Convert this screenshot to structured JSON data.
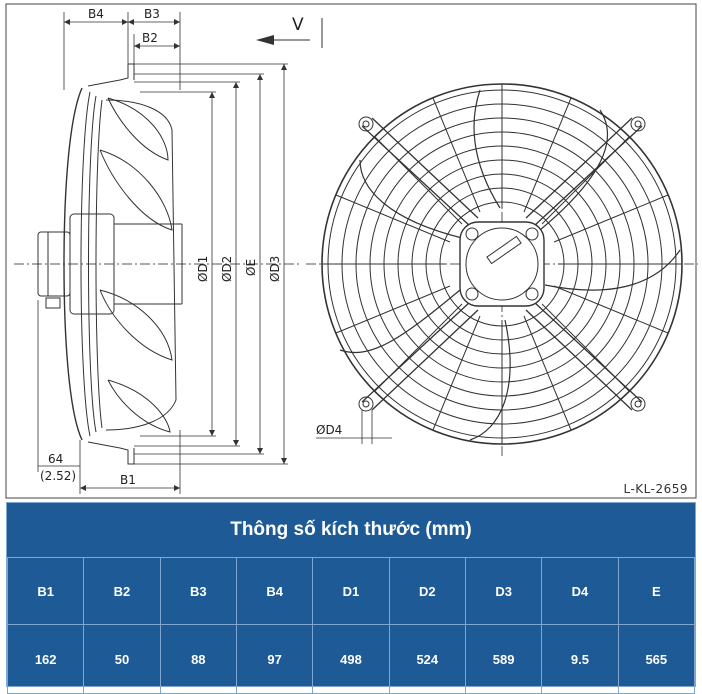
{
  "drawing": {
    "dims": {
      "b4": "B4",
      "b3": "B3",
      "b2": "B2",
      "b1": "B1",
      "v": "V",
      "d1": "ØD1",
      "d2": "ØD2",
      "e": "ØE",
      "d3": "ØD3",
      "d4": "ØD4",
      "offset": "64",
      "offset_in": "(2.52)"
    },
    "reference": "L-KL-2659",
    "colors": {
      "line": "#333333",
      "centerline": "#555555",
      "frame": "#444444"
    }
  },
  "spec": {
    "title": "Thông số kích thước (mm)",
    "headers": [
      "B1",
      "B2",
      "B3",
      "B4",
      "D1",
      "D2",
      "D3",
      "D4",
      "E"
    ],
    "values": [
      "162",
      "50",
      "88",
      "97",
      "498",
      "524",
      "589",
      "9.5",
      "565"
    ],
    "colors": {
      "background": "#1e5a96",
      "border": "#7fa6cf",
      "text": "#ffffff"
    }
  }
}
